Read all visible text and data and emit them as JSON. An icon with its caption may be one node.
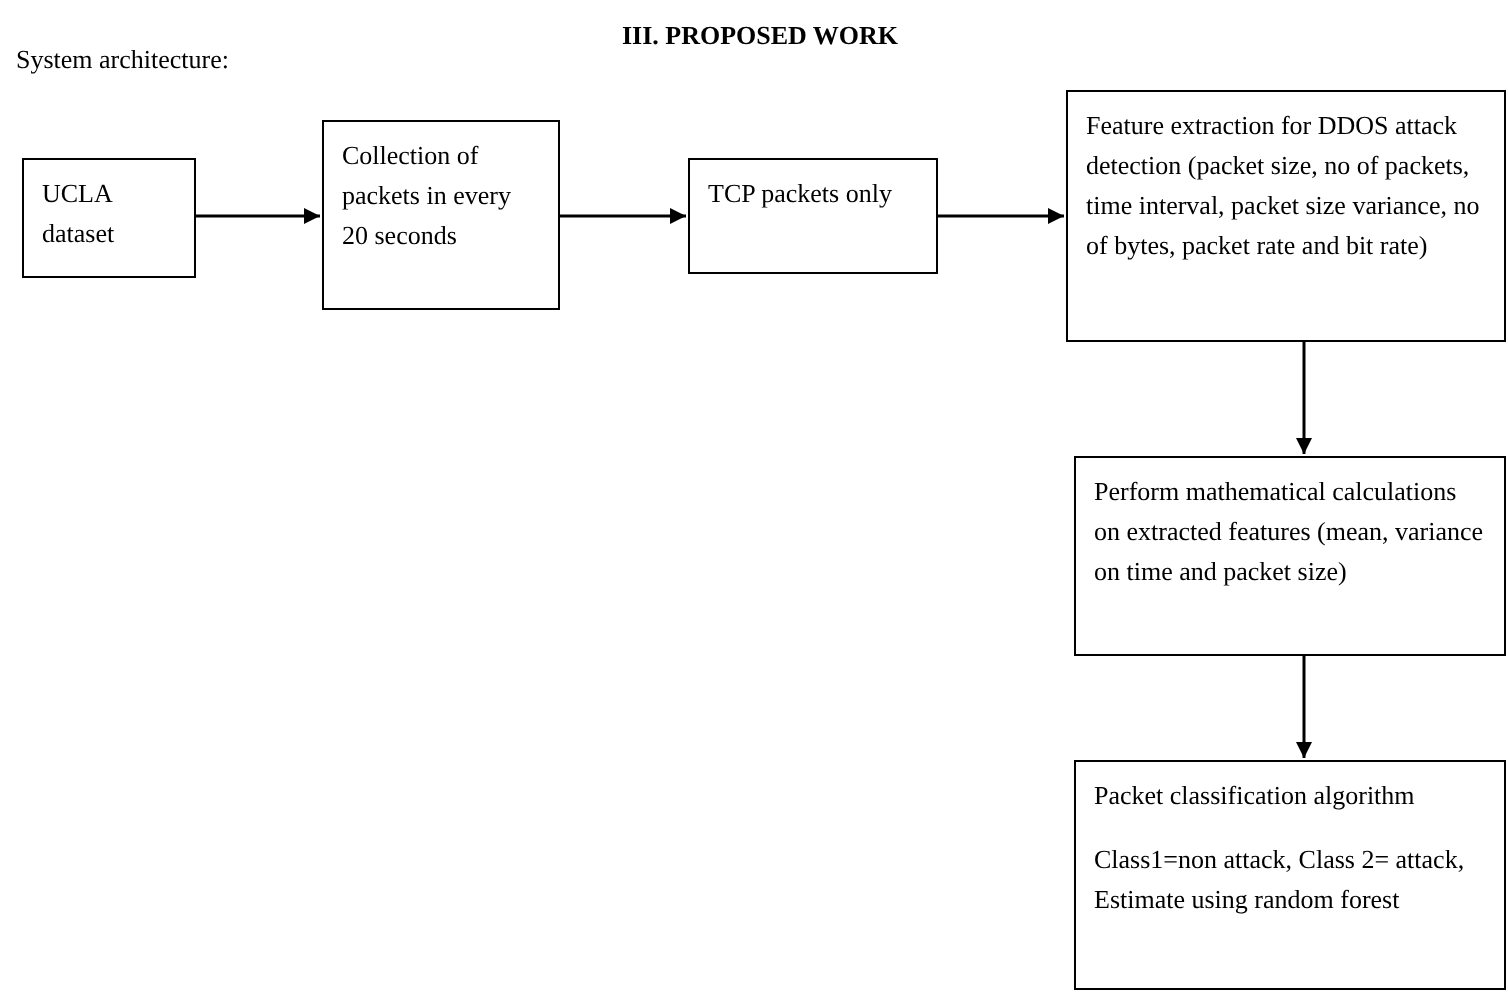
{
  "diagram": {
    "title": "III. PROPOSED WORK",
    "nodes": [
      {
        "text": [
          "UCLA dataset"
        ]
      },
      {
        "text": [
          "Collection of packets in every 20 seconds"
        ]
      },
      {
        "text": [
          "TCP packets only"
        ]
      },
      {
        "text": [
          "Feature extraction for DDOS attack detection (packet size, no of packets, time interval, packet size variance, no of bytes, packet rate and bit rate)"
        ]
      },
      {
        "text": [
          "Perform mathematical calculations on extracted features (mean, variance on time and packet size)"
        ]
      },
      {
        "text": [
          "Packet classification algorithm",
          "Class1=non attack, Class 2= attack, Estimate using random forest"
        ]
      }
    ],
    "edges": [
      {
        "from": 0,
        "to": 1,
        "arrow": "to"
      },
      {
        "from": 1,
        "to": 2,
        "arrow": "to"
      },
      {
        "from": 2,
        "to": 3,
        "arrow": "to"
      },
      {
        "from": 3,
        "to": 4,
        "arrow": "to"
      },
      {
        "from": 4,
        "to": 5,
        "arrow": "to"
      }
    ],
    "labels": [
      "System architecture:"
    ]
  }
}
